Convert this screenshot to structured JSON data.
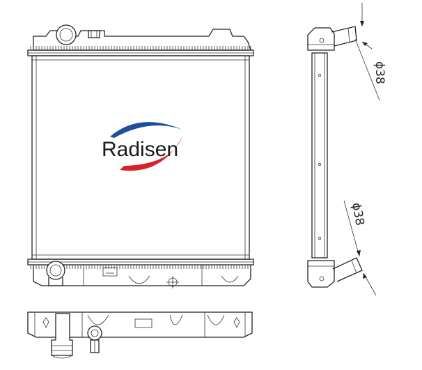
{
  "logo": {
    "text": "Radisen",
    "colors": {
      "swoosh_blue": "#1f4e9c",
      "swoosh_red": "#d8222b",
      "text": "#1b1b1b"
    }
  },
  "dimensions": {
    "outlet_top": "ϕ38",
    "outlet_bottom": "ϕ38"
  },
  "views": [
    "front-view",
    "side-view",
    "bottom-view"
  ]
}
